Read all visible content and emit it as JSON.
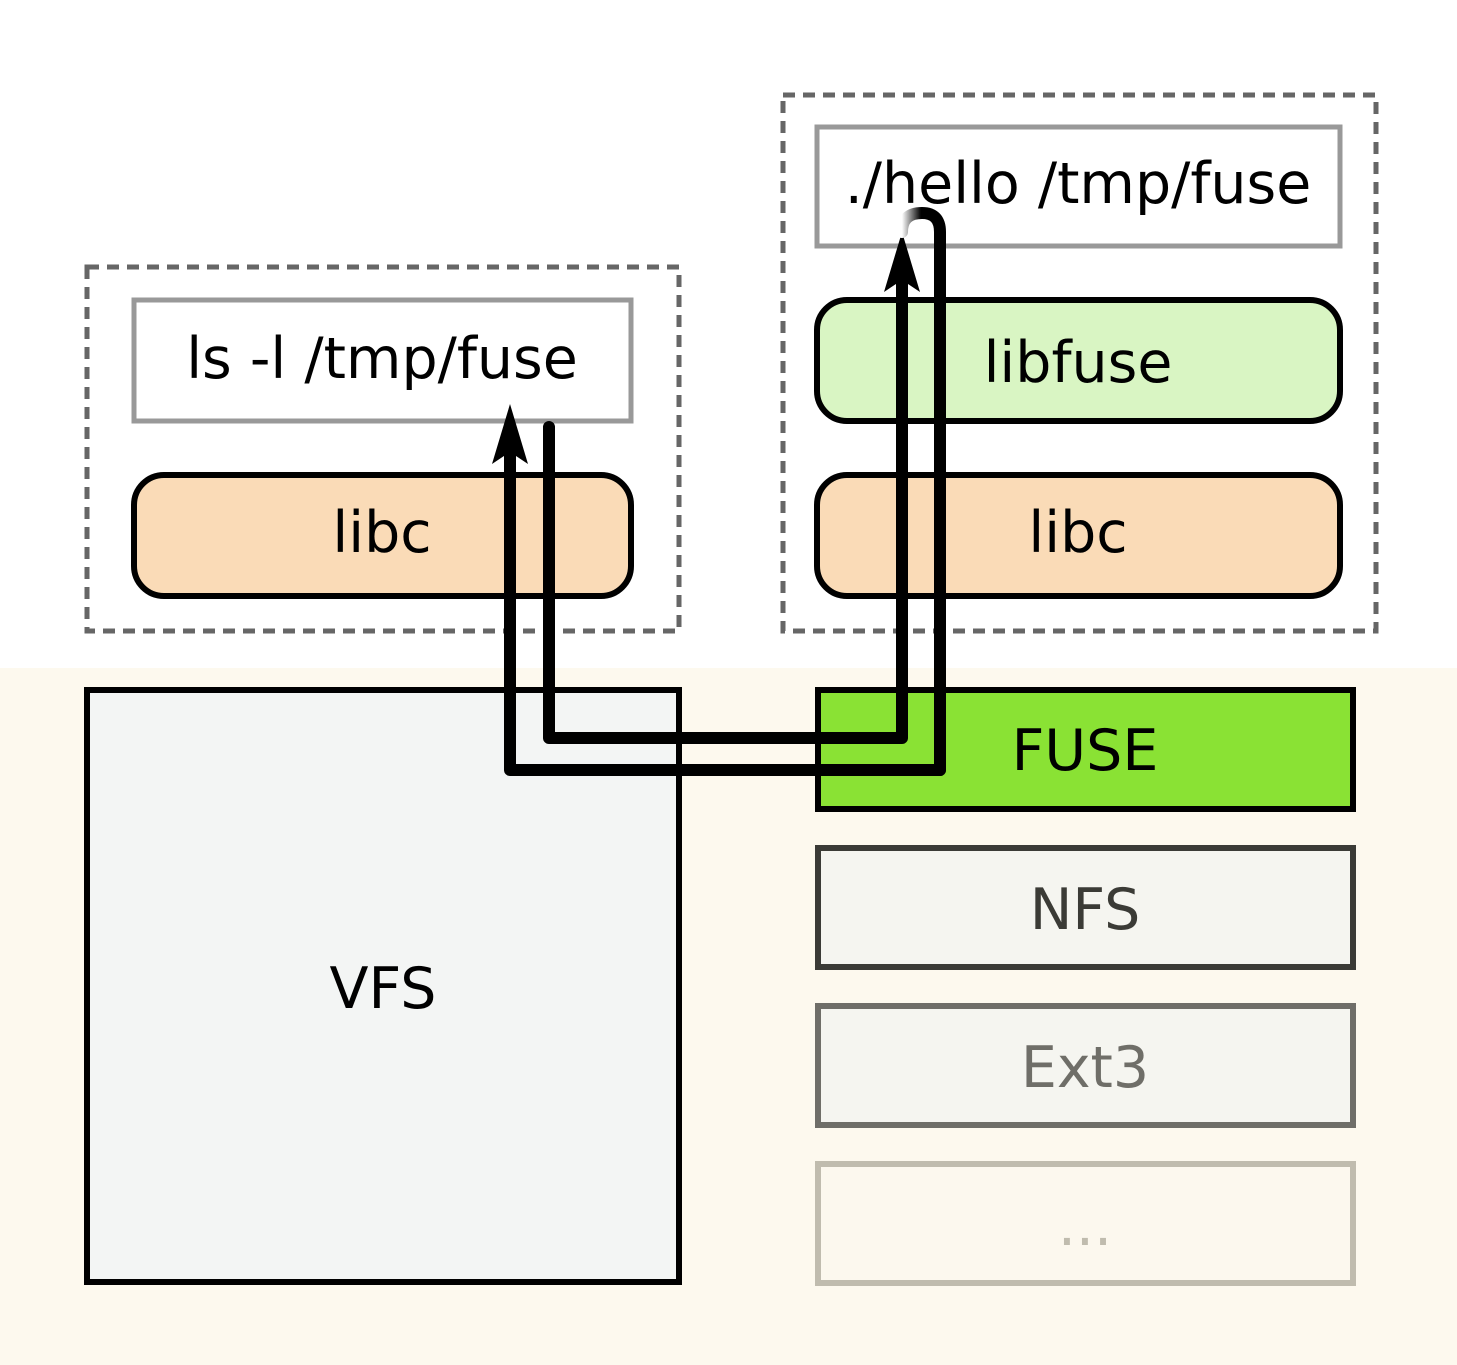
{
  "left_process": {
    "command": "ls -l /tmp/fuse",
    "library": "libc"
  },
  "right_process": {
    "command": "./hello /tmp/fuse",
    "libraries": [
      "libfuse",
      "libc"
    ]
  },
  "kernel": {
    "vfs_label": "VFS",
    "filesystems": [
      "FUSE",
      "NFS",
      "Ext3",
      "..."
    ]
  },
  "colors": {
    "kernel_background": "#fdf9ee",
    "libc_fill": "#fadbb7",
    "libfuse_fill": "#d9f5c3",
    "fuse_fill": "#8ae234",
    "vfs_fill": "#f3f5f4",
    "fs_box_fill": "#f5f5f0"
  }
}
